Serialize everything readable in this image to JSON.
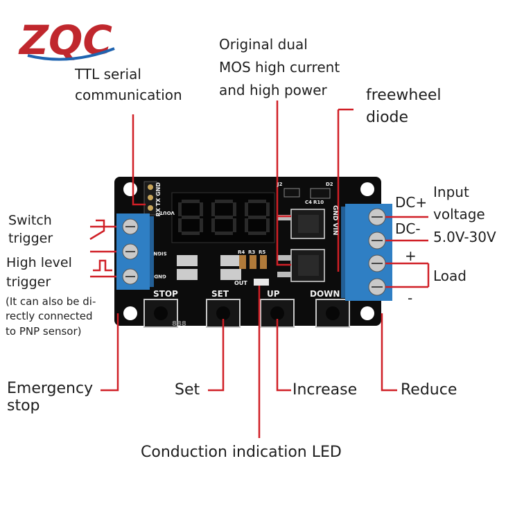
{
  "logo": {
    "text": "ZQC"
  },
  "annotations": {
    "ttl": [
      "TTL serial",
      "communication"
    ],
    "mos": [
      "Original dual",
      "MOS high current",
      "and high power"
    ],
    "freewheel": [
      "freewheel",
      "diode"
    ],
    "dc_plus": "DC+",
    "dc_minus": "DC-",
    "input": [
      "Input",
      "voltage",
      "5.0V-30V"
    ],
    "load_plus": "+",
    "load": "Load",
    "load_minus": "-",
    "switch_trigger": [
      "Switch",
      "trigger"
    ],
    "high_level": [
      "High level",
      "trigger"
    ],
    "pnp_note": [
      "(It can also be di-",
      "rectly connected",
      "to PNP sensor)"
    ],
    "emergency": [
      "Emergency",
      "stop"
    ],
    "set": "Set",
    "increase": "Increase",
    "reduce": "Reduce",
    "conduction_led": "Conduction indication LED"
  },
  "board": {
    "display": "888",
    "header_pins": "RX TX GND",
    "vout": "VOUT",
    "sign": "SIGN",
    "gnd": "GND",
    "gnd_vin": "GND VIN",
    "buttons": [
      "STOP",
      "SET",
      "UP",
      "DOWN"
    ],
    "out": "OUT",
    "parts": [
      "J2",
      "D2",
      "C4",
      "R10",
      "R4",
      "R3",
      "R5"
    ]
  },
  "colors": {
    "pcb": "#0c0c0c",
    "terminal": "#2f7fc4",
    "leader": "#d01f26",
    "display_on": "#2a2a2a",
    "logo_red": "#c0272d",
    "logo_blue": "#1f64b0"
  }
}
